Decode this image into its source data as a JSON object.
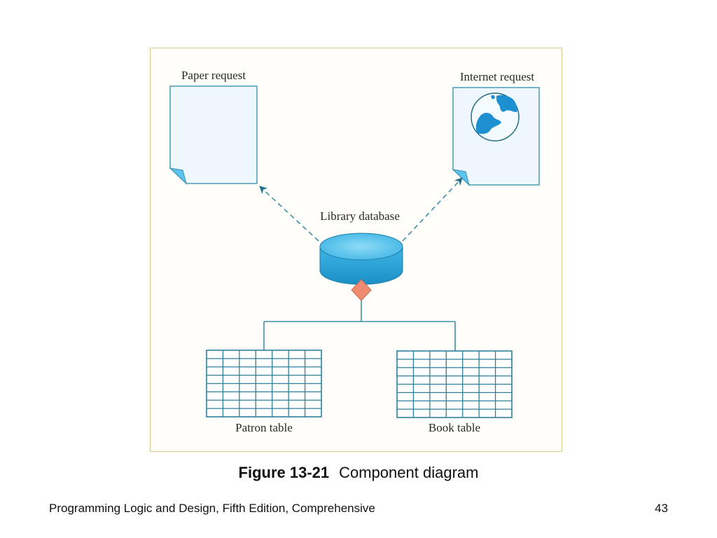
{
  "diagram": {
    "nodes": {
      "paper_request": {
        "label": "Paper request",
        "kind": "document"
      },
      "internet_request": {
        "label": "Internet request",
        "kind": "document-with-globe"
      },
      "library_database": {
        "label": "Library database",
        "kind": "database"
      },
      "patron_table": {
        "label": "Patron table",
        "kind": "table"
      },
      "book_table": {
        "label": "Book table",
        "kind": "table"
      }
    },
    "edges": [
      {
        "from": "library_database",
        "to": "paper_request",
        "style": "dashed-arrow"
      },
      {
        "from": "library_database",
        "to": "internet_request",
        "style": "dashed-arrow"
      },
      {
        "from": "library_database",
        "to": "patron_table",
        "style": "aggregation"
      },
      {
        "from": "library_database",
        "to": "book_table",
        "style": "aggregation"
      }
    ],
    "colors": {
      "line": "#3b8fa6",
      "document_fill": "#eef7fd",
      "document_stroke": "#4a9bb5",
      "fold_fill": "#5bc3ee",
      "db_fill": "#2aa6d9",
      "db_top": "#5cc6f0",
      "diamond_fill": "#ee8b70",
      "globe_fill": "#1e8fd0",
      "frame_border": "#d8c98a"
    }
  },
  "caption": {
    "number": "Figure 13-21",
    "title": "Component diagram"
  },
  "footer": {
    "book_title": "Programming Logic and Design, Fifth Edition, Comprehensive",
    "page_number": "43"
  }
}
